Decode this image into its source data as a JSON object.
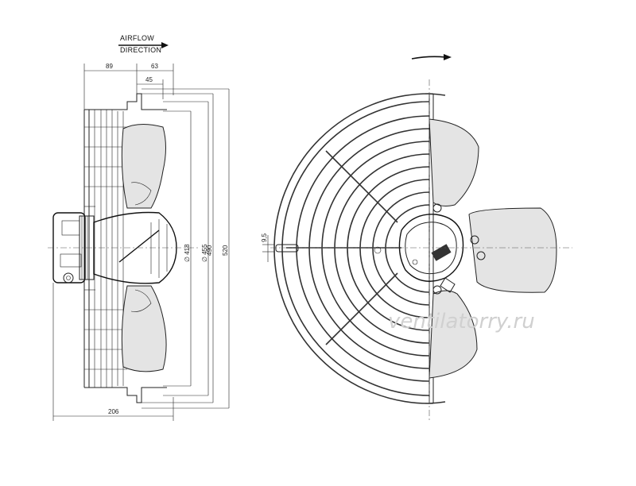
{
  "airflow": {
    "line1": "AIRFLOW",
    "line2": "DIRECTION"
  },
  "dimensions": {
    "d89": "89",
    "d63": "63",
    "d45": "45",
    "d206": "206",
    "d418": "∅ 418",
    "d455": "∅ 455",
    "d490": "490",
    "d520": "520",
    "d9_5": "9,5"
  },
  "watermark": "ventilatorry.ru",
  "colors": {
    "line": "#222222",
    "blade_fill": "#e4e4e4",
    "watermark": "#d0d0d0"
  }
}
